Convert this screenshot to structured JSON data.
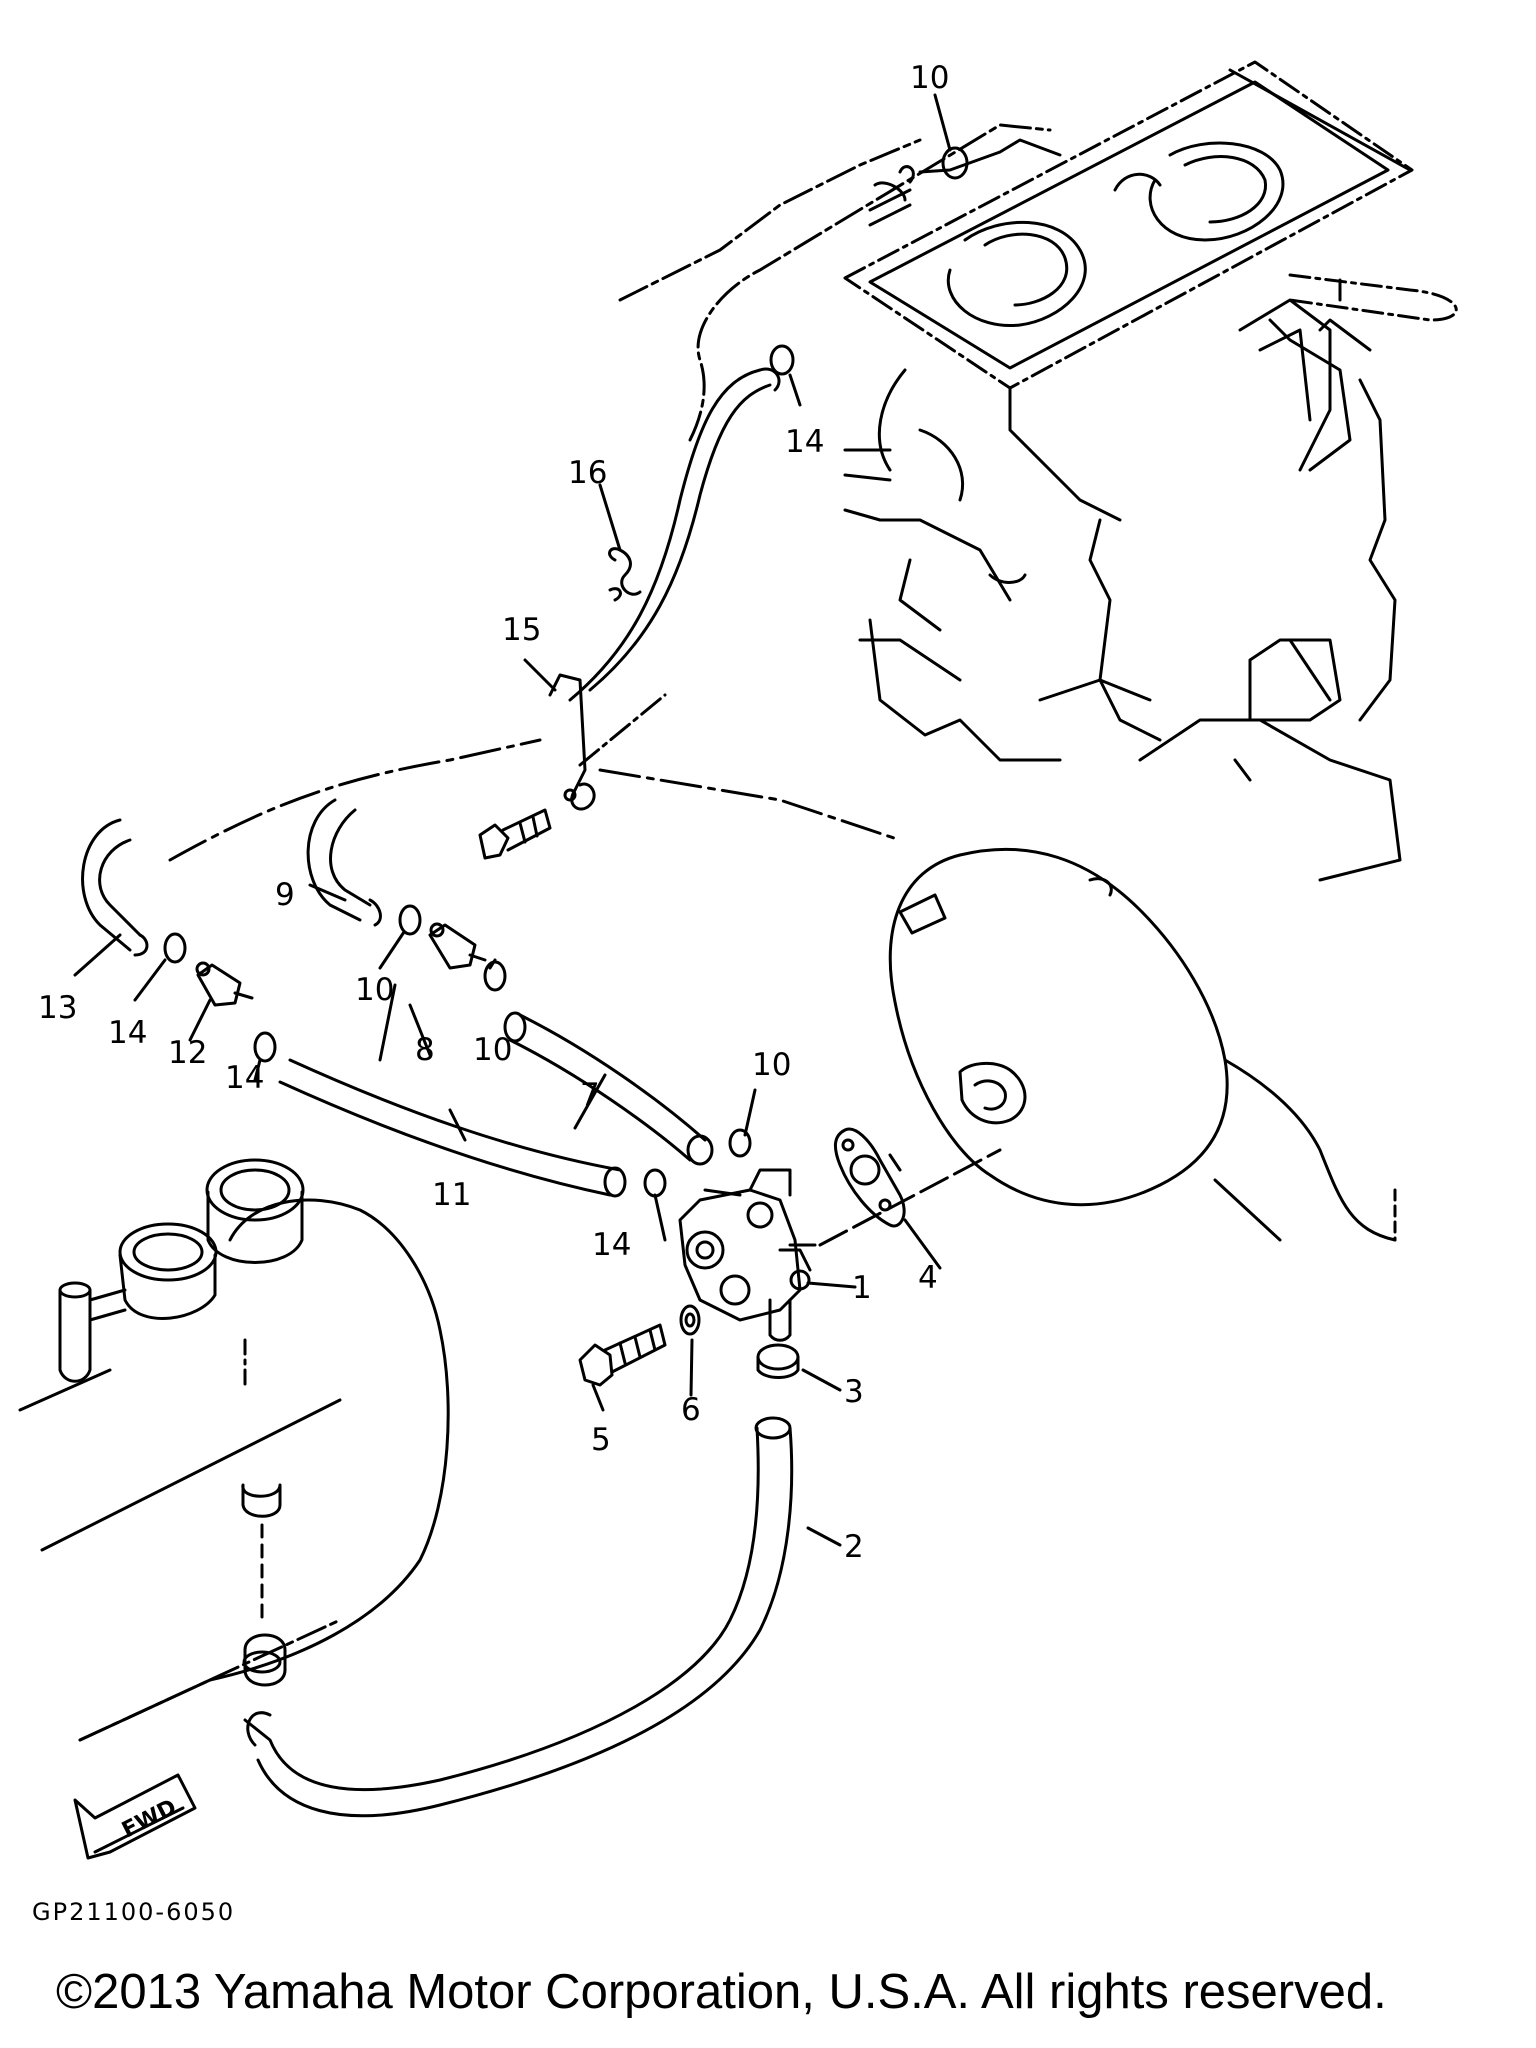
{
  "diagram": {
    "code": "GP21100-6050",
    "fwd_label": "FWD",
    "copyright": "©2013 Yamaha Motor Corporation, U.S.A. All rights reserved.",
    "callouts": {
      "n1": "1",
      "n2": "2",
      "n3": "3",
      "n4": "4",
      "n5": "5",
      "n6": "6",
      "n7": "7",
      "n8": "8",
      "n9": "9",
      "n10a": "10",
      "n10b": "10",
      "n10c": "10",
      "n10d": "10",
      "n11": "11",
      "n12": "12",
      "n13": "13",
      "n14a": "14",
      "n14b": "14",
      "n14c": "14",
      "n14d": "14",
      "n15": "15",
      "n16": "16"
    }
  }
}
